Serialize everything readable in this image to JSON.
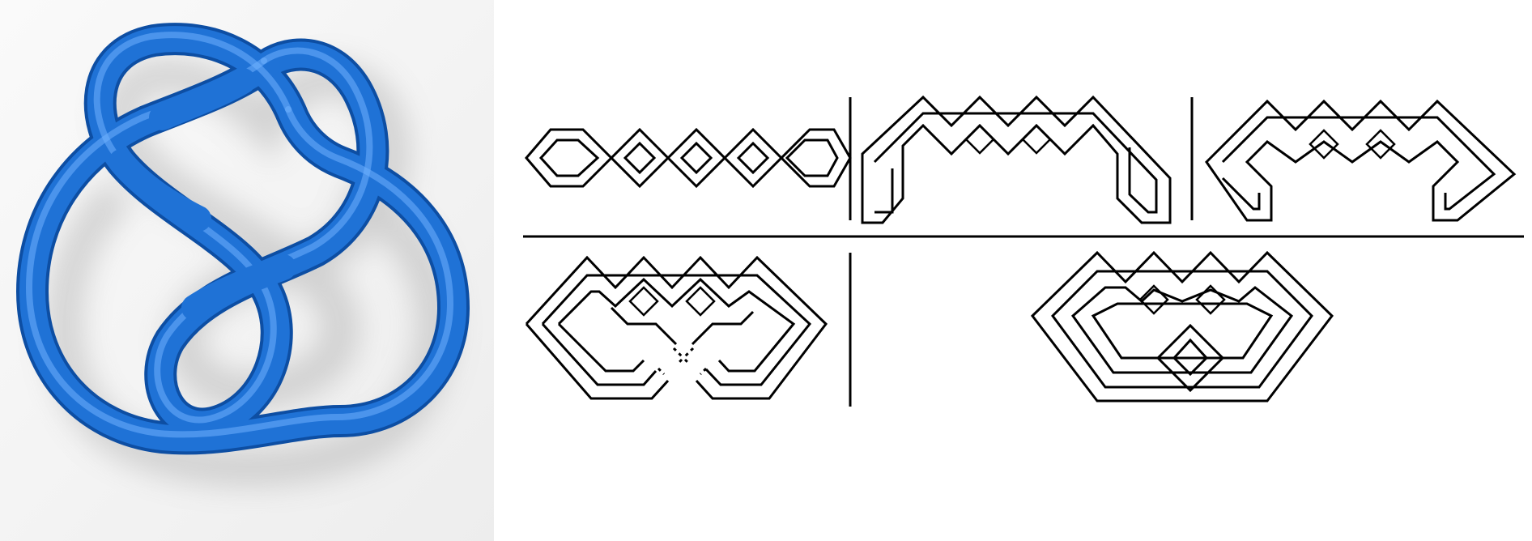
{
  "figure": {
    "knot_render": {
      "icon": "tube-knot-render",
      "tube_color": "#1f72d6",
      "tube_highlight": "#6fb0ff",
      "background": "#f5f5f5"
    },
    "braid_diagrams": {
      "icon": "braid-knot-diagram",
      "stroke_color": "#000000",
      "panel_count": 5
    }
  }
}
